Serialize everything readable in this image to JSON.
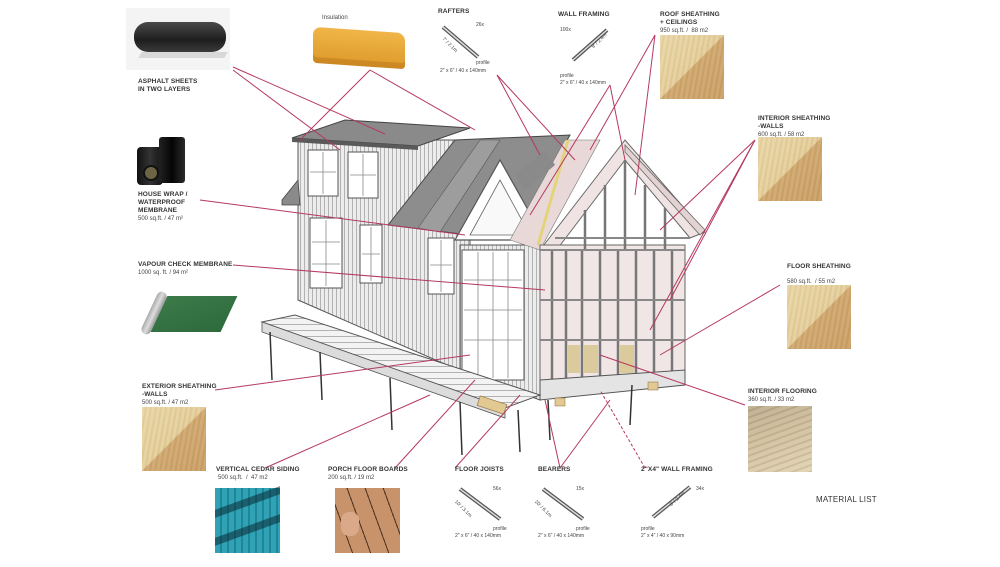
{
  "diagram": {
    "title": "MATERIAL LIST",
    "subject": "Tiny house on wheels construction — material breakdown",
    "leader_line_color": "#b5395e",
    "materials": [
      {
        "id": "asphalt",
        "label": "ASPHALT SHEETS\nIN TWO LAYERS",
        "qty": ""
      },
      {
        "id": "insulation",
        "label": "Insulation",
        "qty": ""
      },
      {
        "id": "rafters",
        "label": "RAFTERS",
        "count": "26x",
        "length": "7' / 2.1m",
        "profile_label": "profile",
        "profile": "2\" x 6\" / 40 x 140mm"
      },
      {
        "id": "wall-framing",
        "label": "WALL FRAMING",
        "count": "100x",
        "length": "8' / 2.4m",
        "profile_label": "profile",
        "profile": "2\" x 6\" / 40 x 140mm"
      },
      {
        "id": "roof-sheathing",
        "label": "ROOF SHEATHING\n+ CEILINGS",
        "qty": "950 sq.ft. /  88 m2"
      },
      {
        "id": "interior-sheathing-walls",
        "label": "INTERIOR SHEATHING\n-WALLS",
        "qty": "600 sq.ft. / 58 m2"
      },
      {
        "id": "house-wrap",
        "label": "HOUSE WRAP /\nWATERPROOF\nMEMBRANE",
        "qty": "500 sq.ft. / 47 m²"
      },
      {
        "id": "vapour-check",
        "label": "VAPOUR CHECK MEMBRANE",
        "qty": "1000 sq. ft. / 94 m²"
      },
      {
        "id": "floor-sheathing",
        "label": "FLOOR SHEATHING",
        "qty": "580 sq.ft.  / 55 m2"
      },
      {
        "id": "exterior-sheathing-walls",
        "label": "EXTERIOR SHEATHING\n-WALLS",
        "qty": "500 sq.ft. / 47 m2"
      },
      {
        "id": "interior-flooring",
        "label": "INTERIOR FLOORING",
        "qty": "360 sq.ft. / 33 m2"
      },
      {
        "id": "vertical-cedar-siding",
        "label": "VERTICAL CEDAR SIDING",
        "qty": "500 sq.ft.  /  47 m2"
      },
      {
        "id": "porch-floor-boards",
        "label": "PORCH FLOOR BOARDS",
        "qty": "200 sq.ft. / 19 m2"
      },
      {
        "id": "floor-joists",
        "label": "FLOOR JOISTS",
        "count": "56x",
        "length": "10' / 3.1m",
        "profile_label": "profile",
        "profile": "2\" x 6\" / 40 x 140mm"
      },
      {
        "id": "bearers",
        "label": "BEARERS",
        "count": "15x",
        "length": "20' / 6.1m",
        "profile_label": "profile",
        "profile": "2\" x 6\" / 40 x 140mm"
      },
      {
        "id": "wall-framing-2x4",
        "label": "2\"x4\" WALL FRAMING",
        "count": "34x",
        "length": "8' / 2.4m",
        "profile_label": "profile",
        "profile": "2\" x 4\" / 40 x 90mm"
      }
    ]
  }
}
